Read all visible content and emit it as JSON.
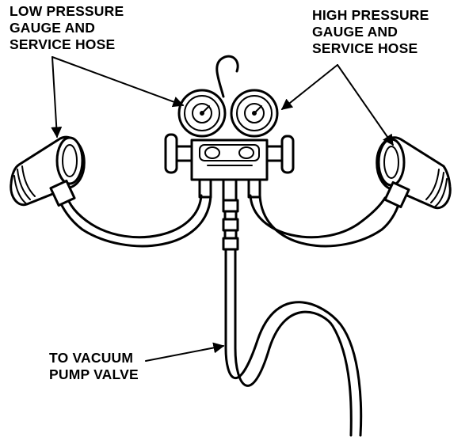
{
  "labels": {
    "low_pressure": "LOW PRESSURE\nGAUGE AND\nSERVICE HOSE",
    "high_pressure": "HIGH PRESSURE\nGAUGE AND\nSERVICE HOSE",
    "vacuum_pump": "TO VACUUM\nPUMP VALVE"
  }
}
